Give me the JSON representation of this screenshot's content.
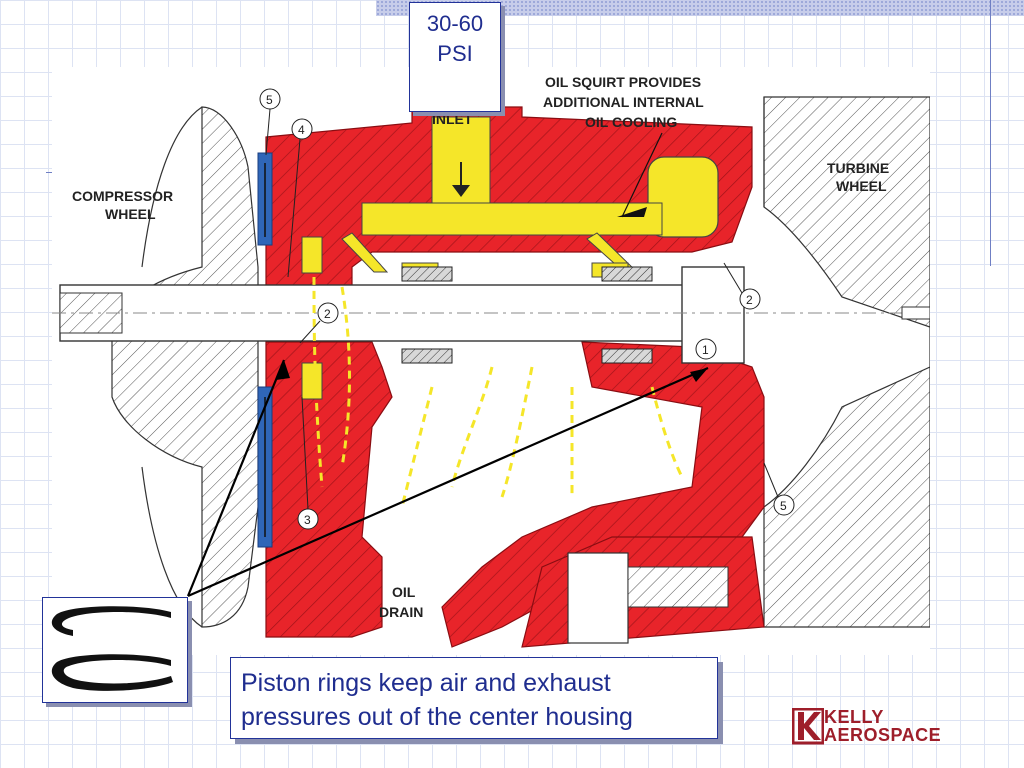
{
  "pressure_box": {
    "line1": "30-60",
    "line2": "PSI"
  },
  "diagram": {
    "labels": {
      "inlet": "INLET",
      "oil_squirt_1": "OIL SQUIRT PROVIDES",
      "oil_squirt_2": "ADDITIONAL INTERNAL",
      "oil_squirt_3": "OIL COOLING",
      "turbine_1": "TURBINE",
      "turbine_2": "WHEEL",
      "compressor_1": "COMPRESSOR",
      "compressor_2": "WHEEL",
      "oil_drain_1": "OIL",
      "oil_drain_2": "DRAIN"
    },
    "callouts": [
      "5",
      "4",
      "2",
      "2",
      "1",
      "3",
      "5"
    ]
  },
  "caption": {
    "line1": "Piston rings keep air and exhaust",
    "line2": "pressures out of the center housing"
  },
  "logo": {
    "line1": "KELLY",
    "line2": "AEROSPACE"
  },
  "colors": {
    "housing_red": "#e8242a",
    "oil_yellow": "#f5e629",
    "seal_blue": "#2f66b8",
    "text_blue": "#1f2d8f",
    "brand_red": "#9e1e2a"
  }
}
